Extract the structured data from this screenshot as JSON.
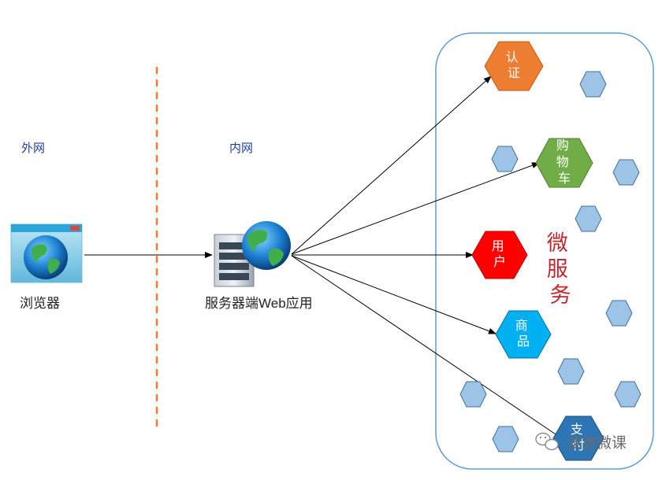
{
  "zones": {
    "outer": "外网",
    "inner": "内网"
  },
  "browser": {
    "label": "浏览器",
    "icon": "browser-globe-icon"
  },
  "server": {
    "label": "服务器端Web应用",
    "icon": "server-globe-icon"
  },
  "microservices": {
    "title": "微服务",
    "services": [
      {
        "id": "auth",
        "label": "认证",
        "color": "#ed7d31"
      },
      {
        "id": "cart",
        "label": "购物车",
        "color": "#70ad47"
      },
      {
        "id": "user",
        "label": "用户",
        "color": "#ff0000"
      },
      {
        "id": "goods",
        "label": "商品",
        "color": "#00b0f0"
      },
      {
        "id": "pay",
        "label": "支付",
        "color": "#2e75b6"
      }
    ],
    "filler_color": "#9dc3e6"
  },
  "watermark": {
    "text": "波波微课",
    "icon": "wechat-icon"
  },
  "colors": {
    "divider": "#ed7d31",
    "container_border": "#5b9bd5",
    "arrow": "#000000"
  }
}
